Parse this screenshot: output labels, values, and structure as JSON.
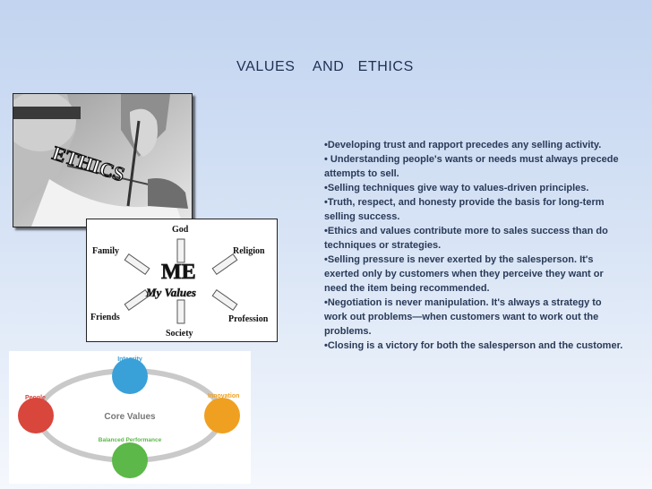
{
  "title": "VALUES    AND   ETHICS",
  "bullets": [
    "•Developing trust and rapport precedes any selling activity.",
    "• Understanding people's wants or needs must always precede attempts to sell.",
    "•Selling techniques give way to values-driven principles.",
    "•Truth, respect, and honesty provide the basis for long-term selling success.",
    "•Ethics and values contribute more to sales success than do techniques or strategies.",
    "•Selling pressure is never exerted by the salesperson. It's exerted only by customers when they perceive they want or need the item being recommended.",
    "•Negotiation is never manipulation. It's always a strategy to work out problems—when customers want to work out the problems.",
    "•Closing is a victory for both the salesperson and the customer."
  ],
  "ethics_image": {
    "word": "ETHICS"
  },
  "values_diagram": {
    "center": "ME",
    "center_sub": "My Values",
    "god": "God",
    "family": "Family",
    "religion": "Religion",
    "friends": "Friends",
    "profession": "Profession",
    "society": "Society"
  },
  "core_values": {
    "center": "Core Values",
    "top": "Integrity",
    "left": "People",
    "right": "Innovation",
    "bottom": "Balanced Performance"
  },
  "colors": {
    "title": "#1e3054",
    "body_text": "#2a3a58",
    "integrity": "#3aa0d8",
    "people": "#d8463c",
    "innovation": "#f0a020",
    "balanced": "#5cb848"
  }
}
